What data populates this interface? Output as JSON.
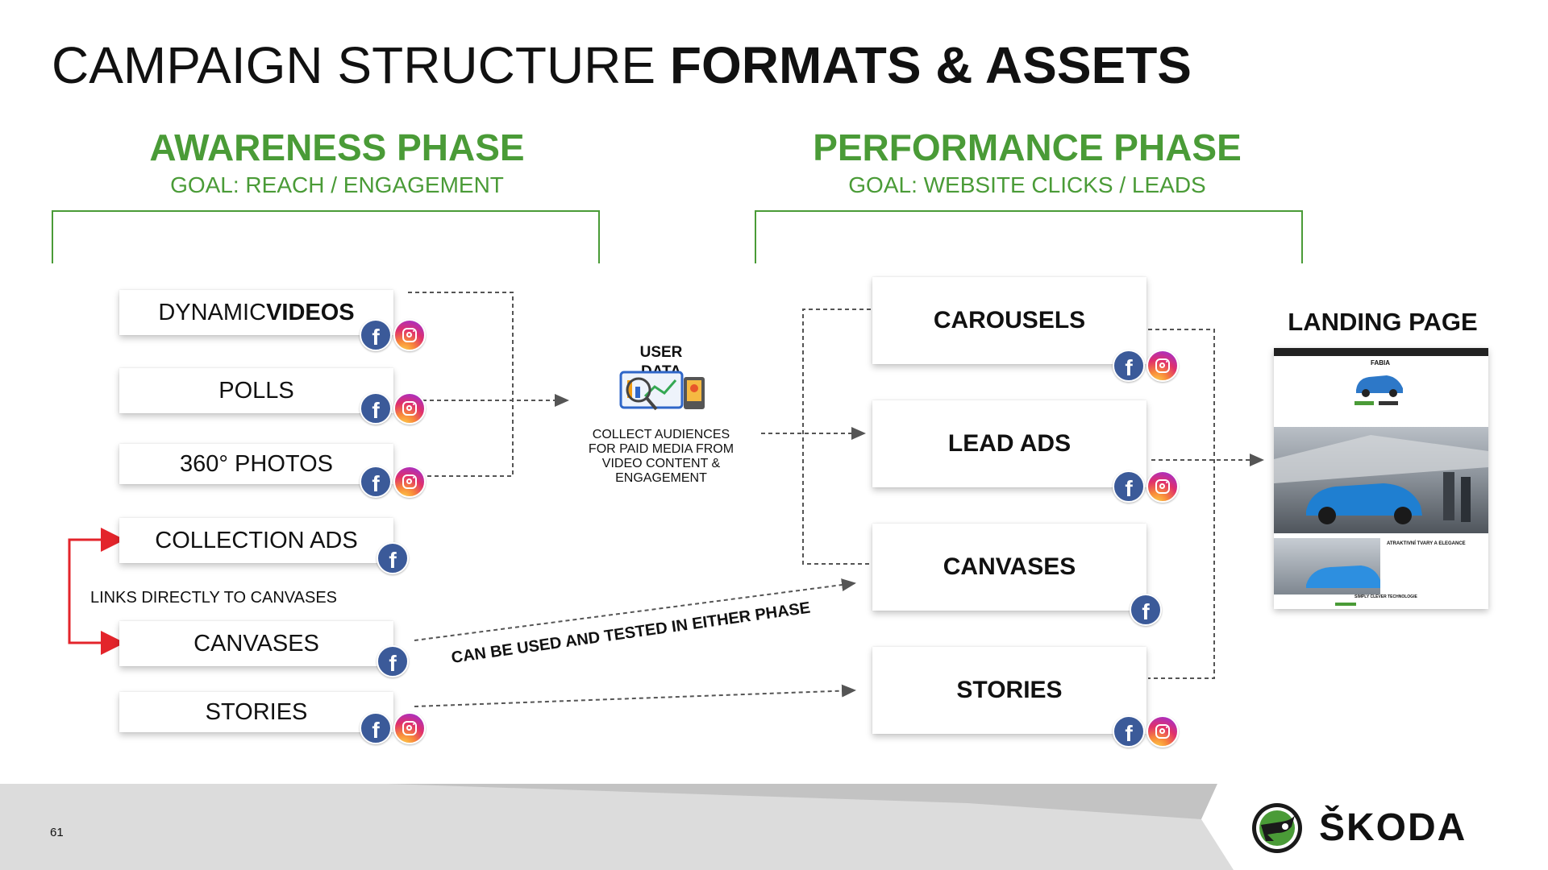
{
  "title": {
    "light": "CAMPAIGN STRUCTURE ",
    "bold": "FORMATS & ASSETS"
  },
  "awareness": {
    "heading": "AWARENESS PHASE",
    "goal": "GOAL: REACH / ENGAGEMENT"
  },
  "performance": {
    "heading": "PERFORMANCE PHASE",
    "goal": "GOAL: WEBSITE CLICKS / LEADS"
  },
  "left_formats": {
    "dynamic_light": "DYNAMIC ",
    "dynamic_bold": "VIDEOS",
    "polls": "POLLS",
    "photos": "360° PHOTOS",
    "collection_ads": "COLLECTION ADS",
    "canvases": "CANVASES",
    "stories": "STORIES"
  },
  "links_note": "LINKS DIRECTLY TO CANVASES",
  "user_data": {
    "title_line1": "USER",
    "title_line2": "DATA",
    "desc_line1": "COLLECT AUDIENCES",
    "desc_line2": "FOR PAID MEDIA FROM",
    "desc_line3": "VIDEO CONTENT &",
    "desc_line4": "ENGAGEMENT"
  },
  "either_phase_note": "CAN BE USED AND TESTED IN EITHER PHASE",
  "right_formats": {
    "carousels": "CAROUSELS",
    "lead_ads": "LEAD ADS",
    "canvases": "CANVASES",
    "stories": "STORIES"
  },
  "landing_page": {
    "label": "LANDING PAGE",
    "model": "FABIA",
    "headline": "ATRAKTIVNÍ TVARY A ELEGANCE",
    "footer_text": "SIMPLY CLEVER TECHNOLOGIE"
  },
  "page_number": "61",
  "brand": {
    "name": "ŠKODA",
    "green": "#4a9b37",
    "accent_red": "#e3242b",
    "facebook_blue": "#3b5a99"
  },
  "icons": [
    "facebook-icon",
    "instagram-icon",
    "skoda-logo-icon",
    "user-data-icon"
  ]
}
